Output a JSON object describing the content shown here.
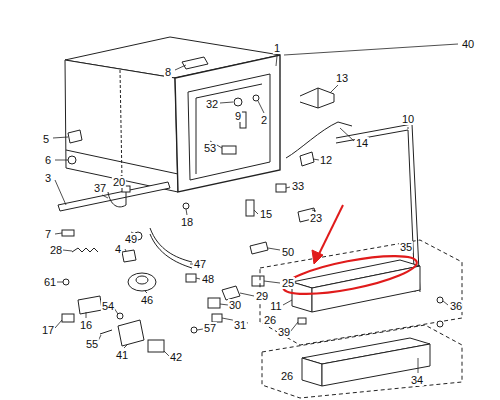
{
  "diagram": {
    "labels": [
      "40",
      "8",
      "1",
      "13",
      "32",
      "9",
      "2",
      "5",
      "6",
      "53",
      "10",
      "14",
      "12",
      "3",
      "37",
      "20",
      "33",
      "7",
      "15",
      "23",
      "18",
      "28",
      "49",
      "4",
      "47",
      "50",
      "35",
      "61",
      "48",
      "25",
      "36",
      "46",
      "29",
      "30",
      "11",
      "26",
      "17",
      "16",
      "54",
      "39",
      "31",
      "57",
      "55",
      "41",
      "42",
      "26",
      "34"
    ]
  }
}
